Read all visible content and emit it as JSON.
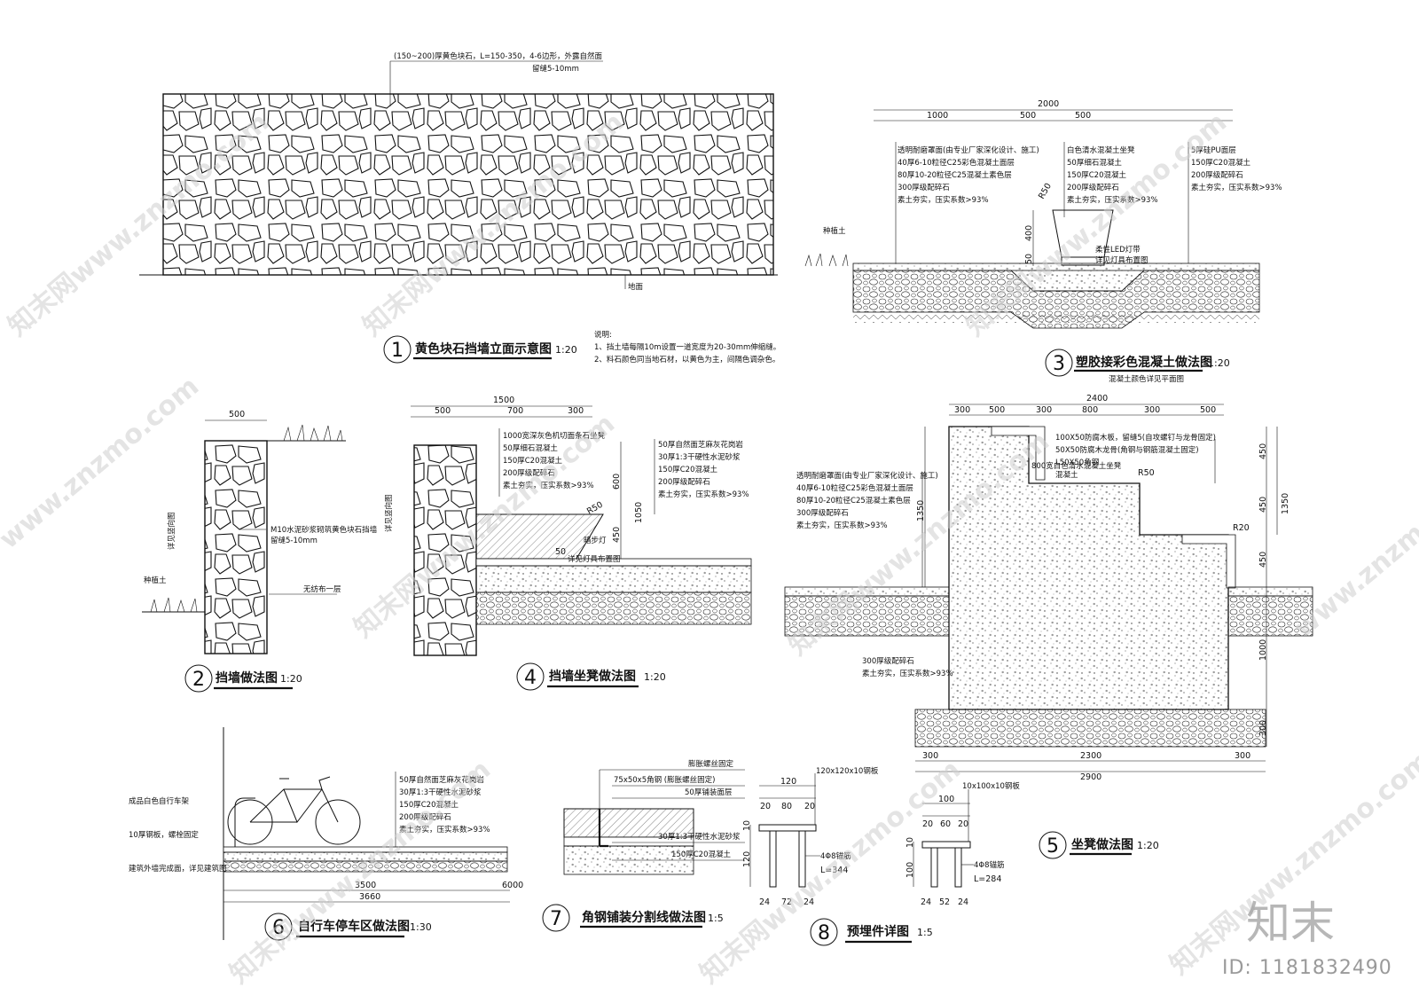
{
  "details": [
    {
      "num": "1",
      "title": "黄色块石挡墙立面示意图",
      "scale": "1:20",
      "notes": [
        "(150~200)厚黄色块石，L=150-350，4-6边形，外露自然面",
        "留缝5-10mm",
        "地面"
      ],
      "explain_title": "说明:",
      "explain": [
        "1、挡土墙每隔10m设置一道宽度为20-30mm伸缩缝。",
        "2、料石颜色同当地石材，以黄色为主，间隔色调杂色。"
      ]
    },
    {
      "num": "2",
      "title": "挡墙做法图",
      "scale": "1:20",
      "dims": [
        "500"
      ],
      "notes": [
        "M10水泥砂浆砌筑黄色块石挡墙",
        "留缝5-10mm",
        "无纺布一层",
        "种植土",
        "详见竖向图"
      ]
    },
    {
      "num": "3",
      "title": "塑胶接彩色混凝土做法图",
      "scale": "1:20",
      "subtitle": "混凝土颜色详见平面图",
      "dims": [
        "2000",
        "1000",
        "500",
        "500",
        "R50",
        "400",
        "50"
      ],
      "notes_left": [
        "透明耐磨罩面(由专业厂家深化设计、施工)",
        "40厚6-10粒径C25彩色混凝土面层",
        "80厚10-20粒径C25混凝土素色层",
        "300厚级配碎石",
        "素土夯实，压实系数>93%"
      ],
      "notes_mid": [
        "白色清水混凝土坐凳",
        "50厚细石混凝土",
        "150厚C20混凝土",
        "200厚级配碎石",
        "素土夯实，压实系数>93%"
      ],
      "notes_right": [
        "5厚硅PU面层",
        "150厚C20混凝土",
        "200厚级配碎石",
        "素土夯实，压实系数>93%"
      ],
      "notes_extra": [
        "种植土",
        "柔性LED灯带",
        "详见灯具布置图"
      ]
    },
    {
      "num": "4",
      "title": "挡墙坐凳做法图",
      "scale": "1:20",
      "dims": [
        "1500",
        "500",
        "700",
        "300",
        "600",
        "1050",
        "450",
        "R50",
        "50"
      ],
      "notes_left": [
        "1000宽深灰色机切面条石坐凳",
        "50厚细石混凝土",
        "150厚C20混凝土",
        "200厚级配碎石",
        "素土夯实，压实系数>93%"
      ],
      "notes_right": [
        "50厚自然面芝麻灰花岗岩",
        "30厚1:3干硬性水泥砂浆",
        "150厚C20混凝土",
        "200厚级配碎石",
        "素土夯实，压实系数>93%"
      ],
      "notes_extra": [
        "暗步灯",
        "详见灯具布置图",
        "详见竖向图"
      ]
    },
    {
      "num": "5",
      "title": "坐凳做法图",
      "scale": "1:20",
      "dims_top": [
        "2400",
        "300",
        "500",
        "300",
        "800",
        "300",
        "500"
      ],
      "dims_right": [
        "450",
        "450",
        "450",
        "1350",
        "1000",
        "300"
      ],
      "dims_left": [
        "1350"
      ],
      "dims_bottom": [
        "300",
        "2300",
        "300",
        "2900"
      ],
      "notes_top": [
        "100X50防腐木板，留缝5(自攻螺钉与龙骨固定)",
        "50X50防腐木龙骨(角钢与钢筋混凝土固定)",
        "L50X50角钢",
        "混凝土"
      ],
      "note_bench": "800宽白色清水混凝土坐凳",
      "r_labels": [
        "R50",
        "R20"
      ],
      "notes_left": [
        "透明耐磨罩面(由专业厂家深化设计、施工)",
        "40厚6-10粒径C25彩色混凝土面层",
        "80厚10-20粒径C25混凝土素色层",
        "300厚级配碎石",
        "素土夯实，压实系数>93%"
      ],
      "notes_lower": [
        "300厚级配碎石",
        "素土夯实，压实系数>93%"
      ]
    },
    {
      "num": "6",
      "title": "自行车停车区做法图",
      "scale": "1:30",
      "dims": [
        "3500",
        "3660",
        "6000"
      ],
      "notes_left": [
        "成品白色自行车架",
        "10厚钢板，螺栓固定",
        "建筑外墙完成面，详见建筑图"
      ],
      "notes_right": [
        "50厚自然面芝麻灰花岗岩",
        "30厚1:3干硬性水泥砂浆",
        "150厚C20混凝土",
        "200厚级配碎石",
        "素土夯实，压实系数>93%"
      ]
    },
    {
      "num": "7",
      "title": "角钢铺装分割线做法图",
      "scale": "1:5",
      "notes": [
        "膨胀螺丝固定",
        "75x50x5角钢 (膨胀螺丝固定)",
        "50厚铺装面层",
        "30厚1:3干硬性水泥砂浆",
        "150厚C20混凝土"
      ]
    },
    {
      "num": "8",
      "title": "预埋件详图",
      "scale": "1:5",
      "plate_a": {
        "label": "120x120x10钢板",
        "top": [
          "120"
        ],
        "sub": [
          "20",
          "80",
          "20"
        ],
        "side": [
          "10",
          "120"
        ],
        "bottom": [
          "24",
          "72",
          "24"
        ],
        "rebar": "4Φ8锚筋",
        "len": "L=344"
      },
      "plate_b": {
        "label": "10x100x10钢板",
        "top": [
          "100"
        ],
        "sub": [
          "20",
          "60",
          "20"
        ],
        "side": [
          "10",
          "100"
        ],
        "bottom": [
          "24",
          "52",
          "24"
        ],
        "rebar": "4Φ8锚筋",
        "len": "L=284"
      }
    }
  ],
  "watermark": {
    "logo": "知末",
    "id": "ID: 1181832490",
    "tiles": [
      "知末网www.znzmo.com",
      "www.znzmo.com"
    ]
  },
  "colors": {
    "line": "#111111",
    "hatch": "#333333",
    "watermark": "#c8c8c8"
  }
}
